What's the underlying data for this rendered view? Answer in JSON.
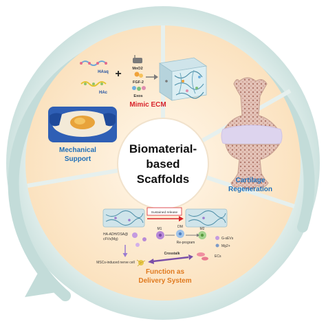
{
  "diagram": {
    "center": {
      "line1": "Biomaterial-",
      "line2": "based",
      "line3": "Scaffolds"
    },
    "sections": {
      "mimic_ecm": {
        "label": "Mimic ECM",
        "color": "#d8232a",
        "reagent_labels": {
          "ha_top": "HAsq",
          "ha_bottom": "HAc",
          "plus": "+",
          "mno2": "MnO2",
          "fgf2": "FGF-2",
          "exos": "Exos"
        }
      },
      "mechanical_support": {
        "line1": "Mechanical",
        "line2": "Support",
        "color": "#1f6fb8"
      },
      "cartilage_regeneration": {
        "line1": "Cartilage",
        "line2": "Regeneration",
        "color": "#1f6fb8"
      },
      "delivery_system": {
        "line1": "Function as",
        "line2": "Delivery System",
        "color": "#e07a1f",
        "details": {
          "sustained_release": "Sustained release",
          "ha_adh": "HA-ADH/OSA@",
          "nps": "cFVs(Mg)",
          "m1": "M1",
          "m2": "M2",
          "dm": "DM",
          "reprogram": "Re-program",
          "crosstalk": "Crosstalk",
          "mscs": "MSCs-induced nerve cell",
          "ecs": "ECs",
          "gel": "G-sEVs",
          "mg": "Mg2+"
        }
      }
    },
    "colors": {
      "outer_ring": "#d4e7e5",
      "ring_arrow": "#c6dfdc",
      "sector_fill": "#fdecd2",
      "sector_edge": "#f7d9ad",
      "center_fill": "#ffffff",
      "bone": "#c9a394",
      "cartilage": "#d9d0ea"
    }
  }
}
